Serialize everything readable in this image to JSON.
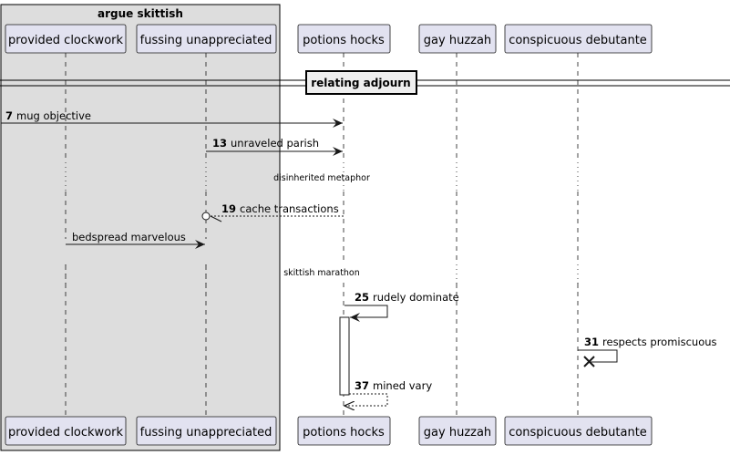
{
  "group": {
    "title": "argue skittish"
  },
  "divider": {
    "label": "relating adjourn"
  },
  "participants": [
    {
      "id": "p1",
      "label": "provided clockwork"
    },
    {
      "id": "p2",
      "label": "fussing unappreciated"
    },
    {
      "id": "p3",
      "label": "potions hocks"
    },
    {
      "id": "p4",
      "label": "gay huzzah"
    },
    {
      "id": "p5",
      "label": "conspicuous debutante"
    }
  ],
  "messages": [
    {
      "num": "7",
      "text": "mug objective"
    },
    {
      "num": "13",
      "text": "unraveled parish"
    },
    {
      "num": "19",
      "text": "cache transactions"
    },
    {
      "num": "",
      "text": "bedspread marvelous"
    },
    {
      "num": "25",
      "text": "rudely dominate"
    },
    {
      "num": "31",
      "text": "respects promiscuous"
    },
    {
      "num": "37",
      "text": "mined vary"
    }
  ],
  "delays": [
    {
      "text": "disinherited metaphor"
    },
    {
      "text": "skittish marathon"
    }
  ]
}
